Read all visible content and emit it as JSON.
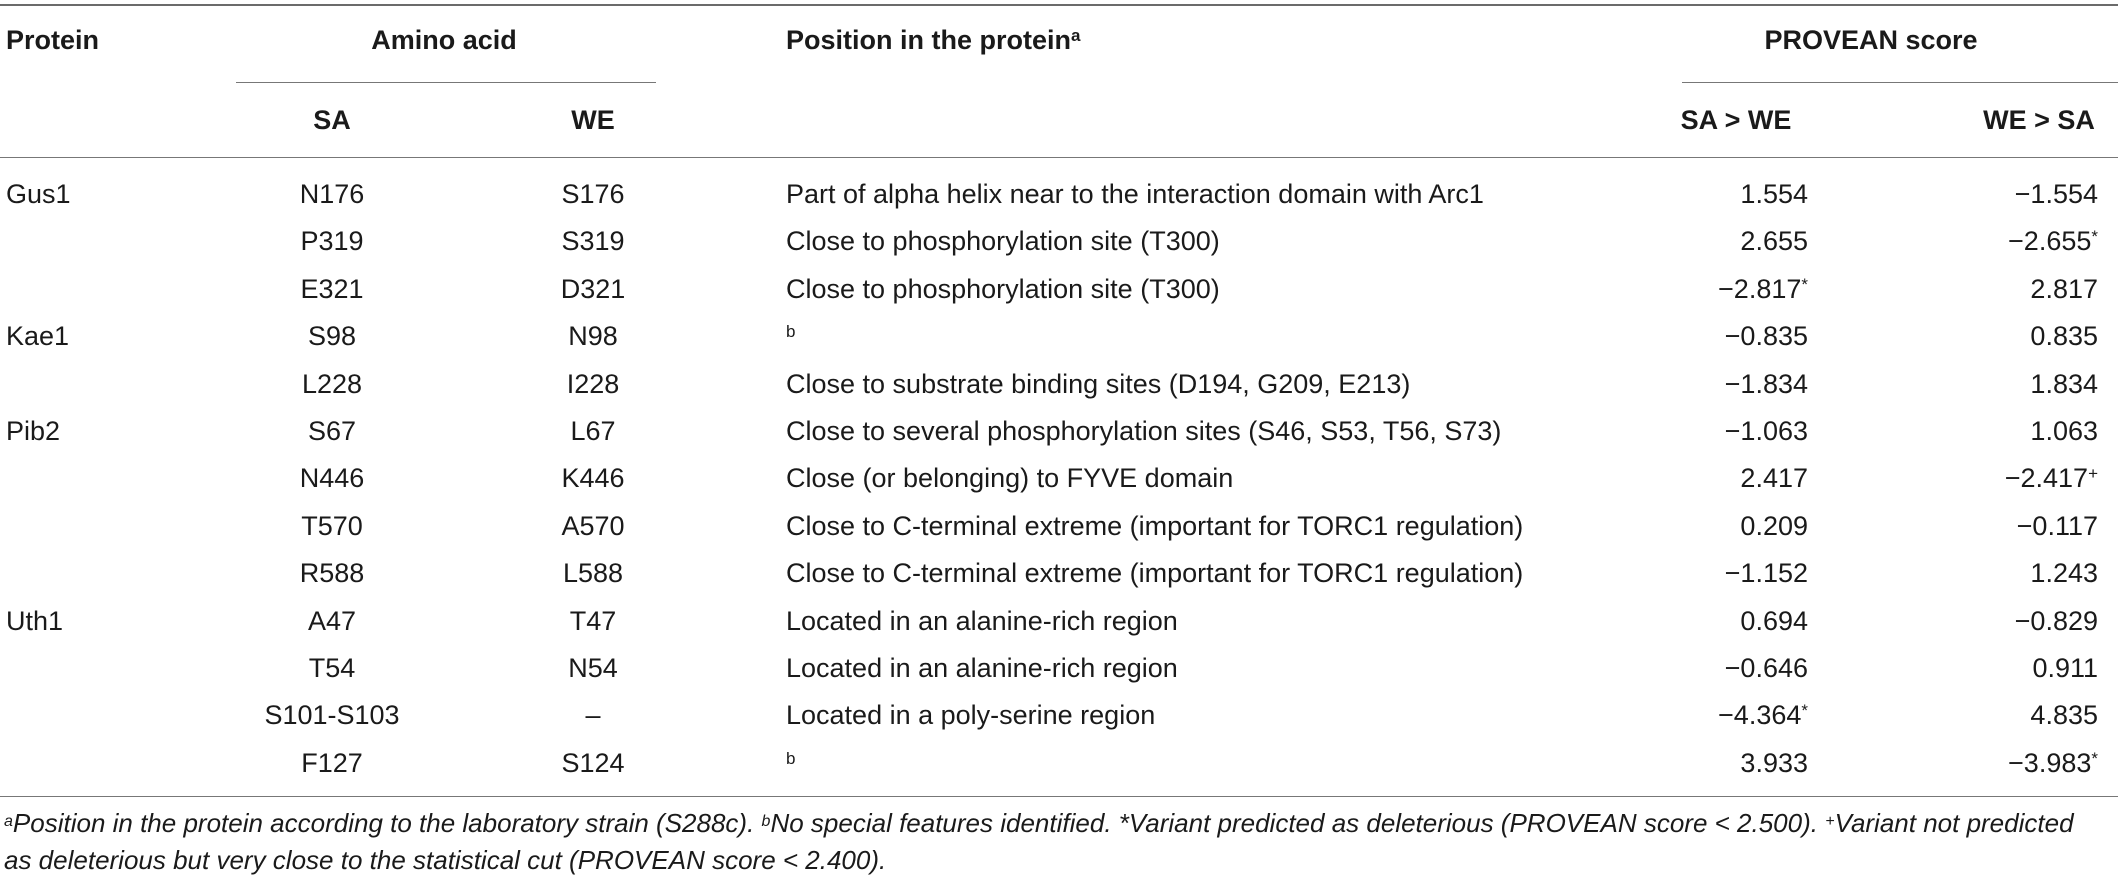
{
  "headers": {
    "protein": "Protein",
    "amino_acid": "Amino acid",
    "position": "Position in the protein",
    "position_sup": "a",
    "provean": "PROVEAN score",
    "sa": "SA",
    "we": "WE",
    "sa_we": "SA > WE",
    "we_sa": "WE > SA"
  },
  "rows": [
    {
      "protein": "Gus1",
      "sa": "N176",
      "we": "S176",
      "position": "Part of alpha helix near to the interaction domain with Arc1",
      "pos_sup": "",
      "sa_we": "1.554",
      "sa_we_mark": "",
      "we_sa": "−1.554",
      "we_sa_mark": ""
    },
    {
      "protein": "",
      "sa": "P319",
      "we": "S319",
      "position": "Close to phosphorylation site (T300)",
      "pos_sup": "",
      "sa_we": "2.655",
      "sa_we_mark": "",
      "we_sa": "−2.655",
      "we_sa_mark": "*"
    },
    {
      "protein": "",
      "sa": "E321",
      "we": "D321",
      "position": "Close to phosphorylation site (T300)",
      "pos_sup": "",
      "sa_we": "−2.817",
      "sa_we_mark": "*",
      "we_sa": "2.817",
      "we_sa_mark": ""
    },
    {
      "protein": "Kae1",
      "sa": "S98",
      "we": "N98",
      "position": "",
      "pos_sup": "b",
      "sa_we": "−0.835",
      "sa_we_mark": "",
      "we_sa": "0.835",
      "we_sa_mark": ""
    },
    {
      "protein": "",
      "sa": "L228",
      "we": "I228",
      "position": "Close to substrate binding sites (D194, G209, E213)",
      "pos_sup": "",
      "sa_we": "−1.834",
      "sa_we_mark": "",
      "we_sa": "1.834",
      "we_sa_mark": ""
    },
    {
      "protein": "Pib2",
      "sa": "S67",
      "we": "L67",
      "position": "Close to several phosphorylation sites (S46, S53, T56, S73)",
      "pos_sup": "",
      "sa_we": "−1.063",
      "sa_we_mark": "",
      "we_sa": "1.063",
      "we_sa_mark": ""
    },
    {
      "protein": "",
      "sa": "N446",
      "we": "K446",
      "position": "Close (or belonging) to FYVE domain",
      "pos_sup": "",
      "sa_we": "2.417",
      "sa_we_mark": "",
      "we_sa": "−2.417",
      "we_sa_mark": "+"
    },
    {
      "protein": "",
      "sa": "T570",
      "we": "A570",
      "position": "Close to C-terminal extreme (important for TORC1 regulation)",
      "pos_sup": "",
      "sa_we": "0.209",
      "sa_we_mark": "",
      "we_sa": "−0.117",
      "we_sa_mark": ""
    },
    {
      "protein": "",
      "sa": "R588",
      "we": "L588",
      "position": "Close to C-terminal extreme (important for TORC1 regulation)",
      "pos_sup": "",
      "sa_we": "−1.152",
      "sa_we_mark": "",
      "we_sa": "1.243",
      "we_sa_mark": ""
    },
    {
      "protein": "Uth1",
      "sa": "A47",
      "we": "T47",
      "position": "Located in an alanine-rich region",
      "pos_sup": "",
      "sa_we": "0.694",
      "sa_we_mark": "",
      "we_sa": "−0.829",
      "we_sa_mark": ""
    },
    {
      "protein": "",
      "sa": "T54",
      "we": "N54",
      "position": "Located in an alanine-rich region",
      "pos_sup": "",
      "sa_we": "−0.646",
      "sa_we_mark": "",
      "we_sa": "0.911",
      "we_sa_mark": ""
    },
    {
      "protein": "",
      "sa": "S101-S103",
      "we": "–",
      "position": "Located in a poly-serine region",
      "pos_sup": "",
      "sa_we": "−4.364",
      "sa_we_mark": "*",
      "we_sa": "4.835",
      "we_sa_mark": ""
    },
    {
      "protein": "",
      "sa": "F127",
      "we": "S124",
      "position": "",
      "pos_sup": "b",
      "sa_we": "3.933",
      "sa_we_mark": "",
      "we_sa": "−3.983",
      "we_sa_mark": "*"
    }
  ],
  "footnote": {
    "a_mark": "a",
    "a_text": "Position in the protein according to the laboratory strain (S288c). ",
    "b_mark": "b",
    "b_text": "No special features identified. ",
    "star_text": "*Variant predicted as deleterious (PROVEAN score < 2.500). ",
    "plus_mark": "+",
    "plus_text": "Variant not predicted as deleterious but very close to the statistical cut (PROVEAN score < 2.400)."
  }
}
